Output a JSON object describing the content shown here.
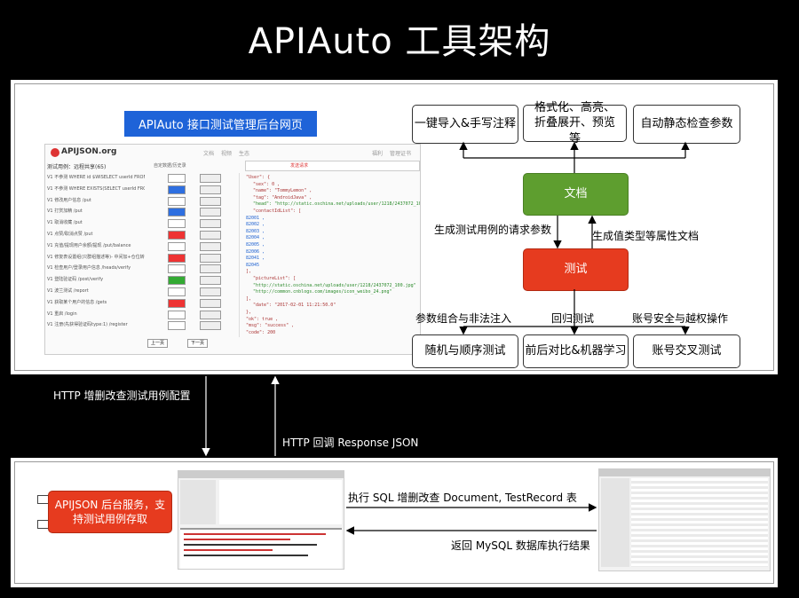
{
  "title": "APIAuto 工具架构",
  "banner": "APIAuto 接口测试管理后台网页",
  "boxes": {
    "import": "一键导入&手写注释",
    "format": "格式化、高亮、折叠展开、预览 等",
    "static_check": "自动静态检查参数",
    "doc": "文档",
    "test": "测试",
    "random": "随机与顺序测试",
    "compare": "前后对比&机器学习",
    "account": "账号交叉测试",
    "server": "APIJSON 后台服务，支持测试用例存取"
  },
  "labels": {
    "gen_params": "生成测试用例的请求参数",
    "gen_doc": "生成值类型等属性文档",
    "combo": "参数组合与非法注入",
    "regression": "回归测试",
    "security": "账号安全与越权操作",
    "http_crud": "HTTP 增删改查测试用例配置",
    "http_callback": "HTTP 回调 Response JSON",
    "sql": "执行 SQL 增删改查 Document, TestRecord 表",
    "mysql": "返回 MySQL 数据库执行结果"
  },
  "screenshot": {
    "logo": "APIJSON.org",
    "tabs": [
      "文档",
      "视频",
      "生态"
    ],
    "right_links": [
      "福利",
      "管理证书"
    ],
    "list_header": "测试用例：远程共享(65)",
    "list_header_right": "自定数据/历史录",
    "rows": [
      "V1 不参测 WHERE id $WISELECT userId FROM Com",
      "V1 不参测 WHERE EXISTS(SELECT userId FROM Com",
      "V1 修改用户信息 /put",
      "V1 打赏加精 /put",
      "V1 取消收藏 /put",
      "V1 点赞/取消点赞 /put",
      "V1 充值/提现用户余额/提现 /put/balance",
      "V1 修复表设置组(只群组描述等)- 中间加+仓位转换",
      "V1 检查用户/登录用户信息 /heads/verify",
      "V1 登陆验证码 /post/verify",
      "V1 波兰测试 /report",
      "V1 获取某个用户的信息 /gets",
      "V1 重启 /login",
      "V1 注册(先获得验证码type:1) /register"
    ],
    "json_lines": [
      "\"User\": {",
      "\"sex\": 0 ,",
      "\"name\": \"TommyLemon\" ,",
      "\"tag\": \"AndroidJava\" ,",
      "\"head\": \"http://static.oschina.net/uploads/user/1218/2437072_100.jpg\"",
      "\"contactIdList\": [",
      "82001 ,",
      "82002 ,",
      "82003 ,",
      "82004 ,",
      "82005 ,",
      "82006 ,",
      "82041 ,",
      "82045",
      "],",
      "\"pictureList\": [",
      "\"http://static.oschina.net/uploads/user/1218/2437072_100.jpg\"",
      "\"http://common.cnblogs.com/images/icon_weibo_24.png\"",
      "],",
      "\"date\": \"2017-02-01 11:21:50.0\"",
      "},",
      "\"ok\": true ,",
      "\"msg\": \"success\" ,",
      "\"code\": 200"
    ],
    "toolbar_button": "发送请求",
    "pager": [
      "上一页",
      "下一页"
    ]
  },
  "colors": {
    "banner": "#1e63d8",
    "doc": "#5e9e2f",
    "test": "#e63b1f",
    "server": "#e63b1f"
  }
}
